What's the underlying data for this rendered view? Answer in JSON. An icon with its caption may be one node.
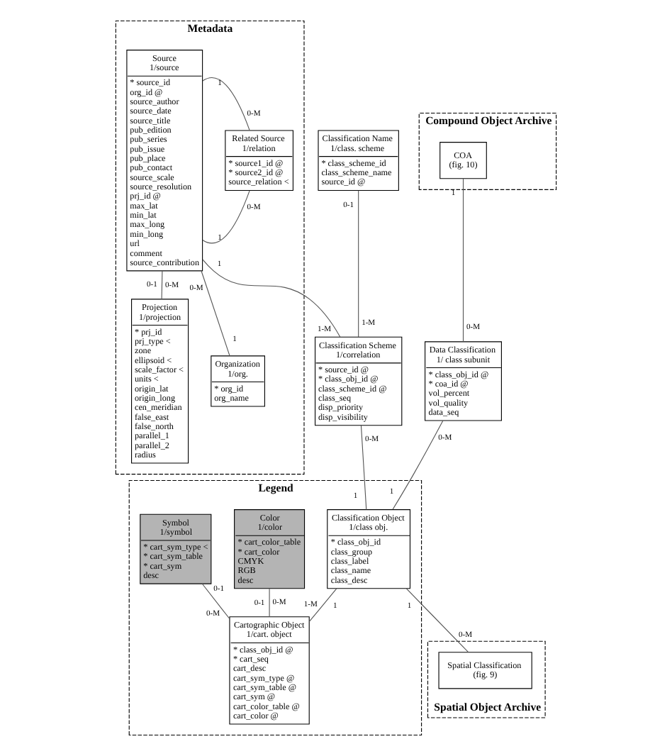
{
  "diagram": {
    "nodes": [
      {
        "text": [
          "Metadata"
        ]
      },
      {
        "text": [
          "Source",
          "1/source",
          "* source_id",
          "org_id @",
          "source_author",
          "source_date",
          "source_title",
          "pub_edition",
          "pub_series",
          "pub_issue",
          "pub_place",
          "pub_contact",
          "source_scale",
          "source_resolution",
          "prj_id @",
          "max_lat",
          "min_lat",
          "max_long",
          "min_long",
          "url",
          "comment",
          "source_contribution"
        ],
        "in": 0
      },
      {
        "text": [
          "Related Source",
          "1/relation",
          "* source1_id @",
          "* source2_id @",
          "source_relation <"
        ],
        "in": 0
      },
      {
        "text": [
          "Projection",
          "1/projection",
          "* prj_id",
          "prj_type <",
          "zone",
          "ellipsoid <",
          "scale_factor <",
          "units <",
          "origin_lat",
          "origin_long",
          "cen_meridian",
          "false_east",
          "false_north",
          "parallel_1",
          "parallel_2",
          "radius"
        ],
        "in": 0
      },
      {
        "text": [
          "Organization",
          "1/org.",
          "* org_id",
          "org_name"
        ],
        "in": 0
      },
      {
        "text": [
          "Compound Object Archive"
        ]
      },
      {
        "text": [
          "COA",
          "(fig. 10)"
        ],
        "in": 5
      },
      {
        "text": [
          "Data Classification",
          "1/ class subunit",
          "* class_obj_id @",
          "* coa_id @",
          "vol_percent",
          "vol_quality",
          "data_seq"
        ]
      },
      {
        "text": [
          "Classification Name",
          "1/class. scheme",
          "* class_scheme_id",
          "class_scheme_name",
          "source_id @"
        ]
      },
      {
        "text": [
          "Legend"
        ]
      },
      {
        "text": [
          "Classification Object",
          "1/class obj.",
          "* class_obj_id",
          "class_group",
          "class_label",
          "class_name",
          "class_desc"
        ],
        "in": 9
      },
      {
        "text": [
          "Classification Scheme",
          "1/correlation",
          "* source_id @",
          "* class_obj_id @",
          "class_scheme_id @",
          "class_seq",
          "disp_priority",
          "disp_visibility"
        ]
      },
      {
        "text": [
          "Spatial Object Archive"
        ]
      },
      {
        "text": [
          "Spatial Classification",
          "(fig. 9)"
        ],
        "in": 12
      },
      {
        "text": [
          "Cartographic Object",
          "1/cart. object",
          "* class_obj_id @",
          "* cart_seq",
          "cart_desc",
          "cart_sym_type @",
          "cart_sym_table @",
          "cart_sym @",
          "cart_color_table @",
          "cart_color @"
        ],
        "in": 9
      },
      {
        "text": [
          "Color",
          "1/color",
          "* cart_color_table",
          "* cart_color",
          "CMYK",
          "RGB",
          "desc"
        ],
        "in": 9
      },
      {
        "text": [
          "Symbol",
          "1/symbol",
          "* cart_sym_type <",
          "* cart_sym_table",
          "* cart_sym",
          "desc"
        ],
        "in": 9
      }
    ],
    "edges": [
      {
        "from": 1,
        "to": 2,
        "arrow": "none"
      },
      {
        "from": 1,
        "to": 2,
        "arrow": "none"
      },
      {
        "from": 1,
        "to": 3,
        "arrow": "none"
      },
      {
        "from": 1,
        "to": 4,
        "arrow": "none"
      },
      {
        "from": 1,
        "to": 11,
        "arrow": "none"
      },
      {
        "from": 8,
        "to": 11,
        "arrow": "none"
      },
      {
        "from": 11,
        "to": 10,
        "arrow": "none"
      },
      {
        "from": 6,
        "to": 7,
        "arrow": "none"
      },
      {
        "from": 7,
        "to": 10,
        "arrow": "none"
      },
      {
        "from": 10,
        "to": 13,
        "arrow": "none"
      },
      {
        "from": 10,
        "to": 14,
        "arrow": "none"
      },
      {
        "from": 15,
        "to": 14,
        "arrow": "none"
      },
      {
        "from": 16,
        "to": 14,
        "arrow": "none"
      }
    ],
    "labels": [
      "1",
      "0-M",
      "1",
      "0-M",
      "0-M",
      "0-1",
      "0-M",
      "1",
      "1",
      "1-M",
      "0-1",
      "1-M",
      "0-M",
      "1",
      "1",
      "0-M",
      "0-M",
      "1",
      "1",
      "0-M",
      "1",
      "1-M",
      "0-1",
      "0-M",
      "0-1",
      "0-M"
    ]
  }
}
